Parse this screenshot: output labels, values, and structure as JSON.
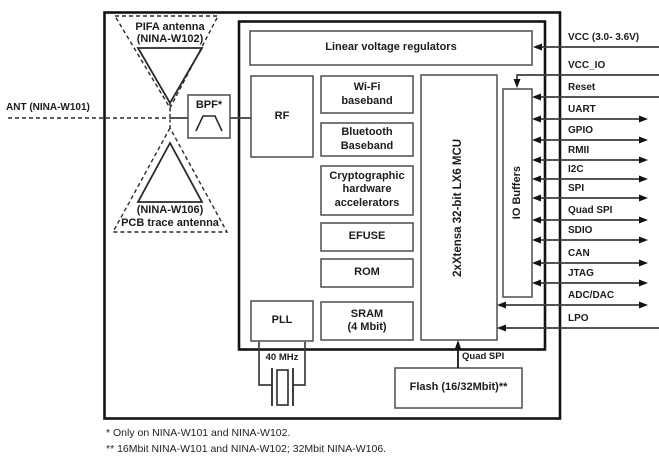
{
  "colors": {
    "outline": "#131313",
    "block_border": "#4d4d4d",
    "signal_line": "#3d3d3d",
    "text": "#1c1c1c",
    "background": "#ffffff"
  },
  "antenna": {
    "ant_label": "ANT (NINA-W101)",
    "pifa_line1": "PIFA antenna",
    "pifa_line2": "(NINA-W102)",
    "pcb_line1": "(NINA-W106)",
    "pcb_line2": "PCB trace antenna",
    "bpf_label": "BPF*"
  },
  "blocks": {
    "lvr": "Linear voltage regulators",
    "rf": "RF",
    "wifi_baseband": "Wi-Fi\nbaseband",
    "bt_baseband": "Bluetooth\nBaseband",
    "crypto": "Cryptographic\nhardware\naccelerators",
    "efuse": "EFUSE",
    "rom": "ROM",
    "sram": "SRAM\n(4 Mbit)",
    "pll": "PLL",
    "mcu": "2xXtensa 32-bit LX6 MCU",
    "io_buffers": "IO Buffers",
    "flash": "Flash (16/32Mbit)**"
  },
  "crystal_label": "40 MHz",
  "flash_bus_label": "Quad SPI",
  "pins": [
    {
      "label": "VCC (3.0- 3.6V)"
    },
    {
      "label": "VCC_IO"
    },
    {
      "label": "Reset"
    },
    {
      "label": "UART"
    },
    {
      "label": "GPIO"
    },
    {
      "label": "RMII"
    },
    {
      "label": "I2C"
    },
    {
      "label": "SPI"
    },
    {
      "label": "Quad SPI"
    },
    {
      "label": "SDIO"
    },
    {
      "label": "CAN"
    },
    {
      "label": "JTAG"
    },
    {
      "label": "ADC/DAC"
    },
    {
      "label": "LPO"
    }
  ],
  "footnotes": [
    "* Only on NINA-W101 and NINA-W102.",
    "** 16Mbit NINA-W101 and NINA-W102; 32Mbit NINA-W106."
  ]
}
